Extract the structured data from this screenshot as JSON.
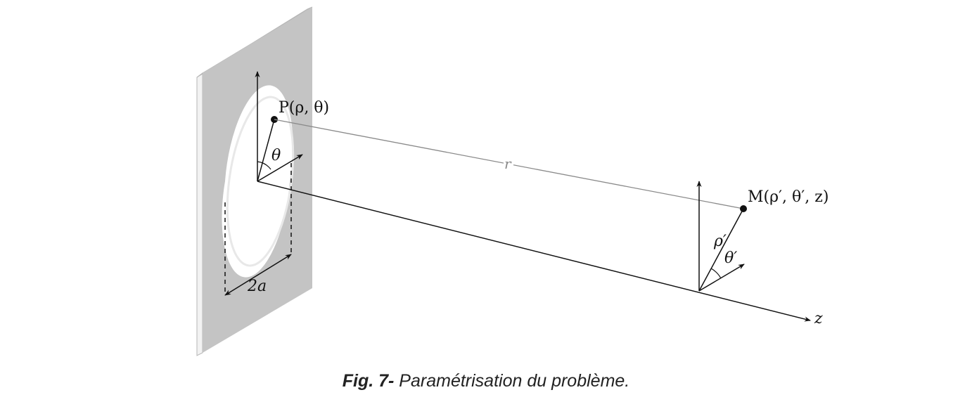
{
  "diagram": {
    "point_p_label": "P(ρ, θ)",
    "point_m_label": "M(ρ′, θ′, z)",
    "theta_label": "θ",
    "theta_prime_label": "θ′",
    "rho_prime_label": "ρ′",
    "distance_label": "r",
    "diameter_label": "2a",
    "axis_z_label": "z"
  },
  "caption": {
    "fig_label": "Fig. 7-",
    "text": " Paramétrisation du problème."
  },
  "colors": {
    "screen": "#c4c4c4",
    "screen_edge": "#f2f2f2",
    "line": "#111111",
    "r_line": "#8a8a8a"
  }
}
